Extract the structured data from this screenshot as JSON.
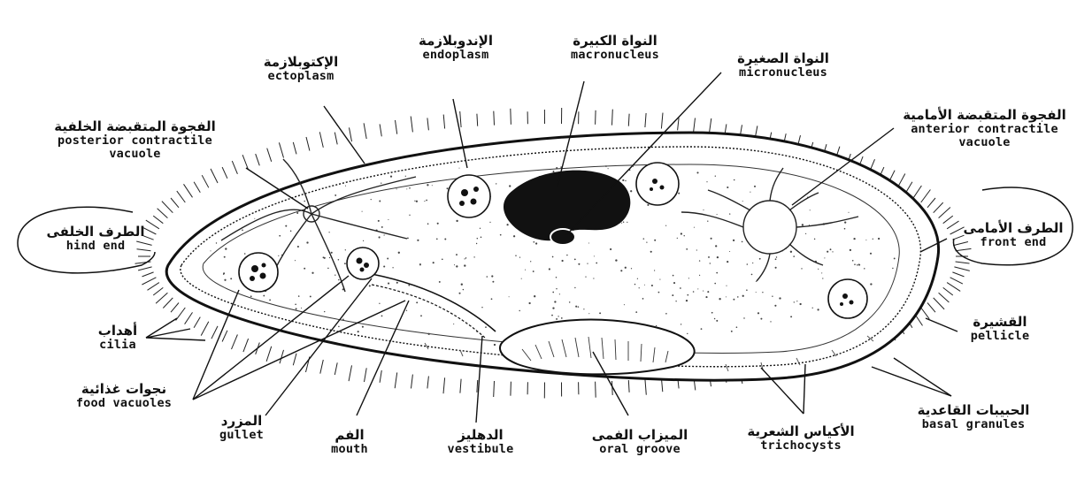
{
  "labels": {
    "ectoplasm": {
      "ar": "الإكتوبلازمة",
      "en": "ectoplasm"
    },
    "endoplasm": {
      "ar": "الإندوبلازمة",
      "en": "endoplasm"
    },
    "macronucleus": {
      "ar": "النواة الكبيرة",
      "en": "macronucleus"
    },
    "micronucleus": {
      "ar": "النواة الصغيرة",
      "en": "micronucleus"
    },
    "posterior_vacuole": {
      "ar": "الفجوة المتقبضة الخلفية",
      "en": "posterior contractile",
      "en2": "vacuole"
    },
    "anterior_vacuole": {
      "ar": "الفجوة المتقبضة الأمامية",
      "en": "anterior contractile",
      "en2": "vacuole"
    },
    "hind_end": {
      "ar": "الطرف الخلفى",
      "en": "hind end"
    },
    "front_end": {
      "ar": "الطرف الأمامى",
      "en": "front end"
    },
    "cilia": {
      "ar": "أهداب",
      "en": "cilia"
    },
    "pellicle": {
      "ar": "القشيرة",
      "en": "pellicle"
    },
    "food_vacuoles": {
      "ar": "نجوات غذائية",
      "en": "food vacuoles"
    },
    "gullet": {
      "ar": "المزرد",
      "en": "gullet"
    },
    "mouth": {
      "ar": "الفم",
      "en": "mouth"
    },
    "vestibule": {
      "ar": "الدهليز",
      "en": "vestibule"
    },
    "oral_groove": {
      "ar": "الميزاب الفمى",
      "en": "oral groove"
    },
    "trichocysts": {
      "ar": "الأكياس الشعرية",
      "en": "trichocysts"
    },
    "basal_granules": {
      "ar": "الحبيبات القاعدية",
      "en": "basal granules"
    }
  }
}
